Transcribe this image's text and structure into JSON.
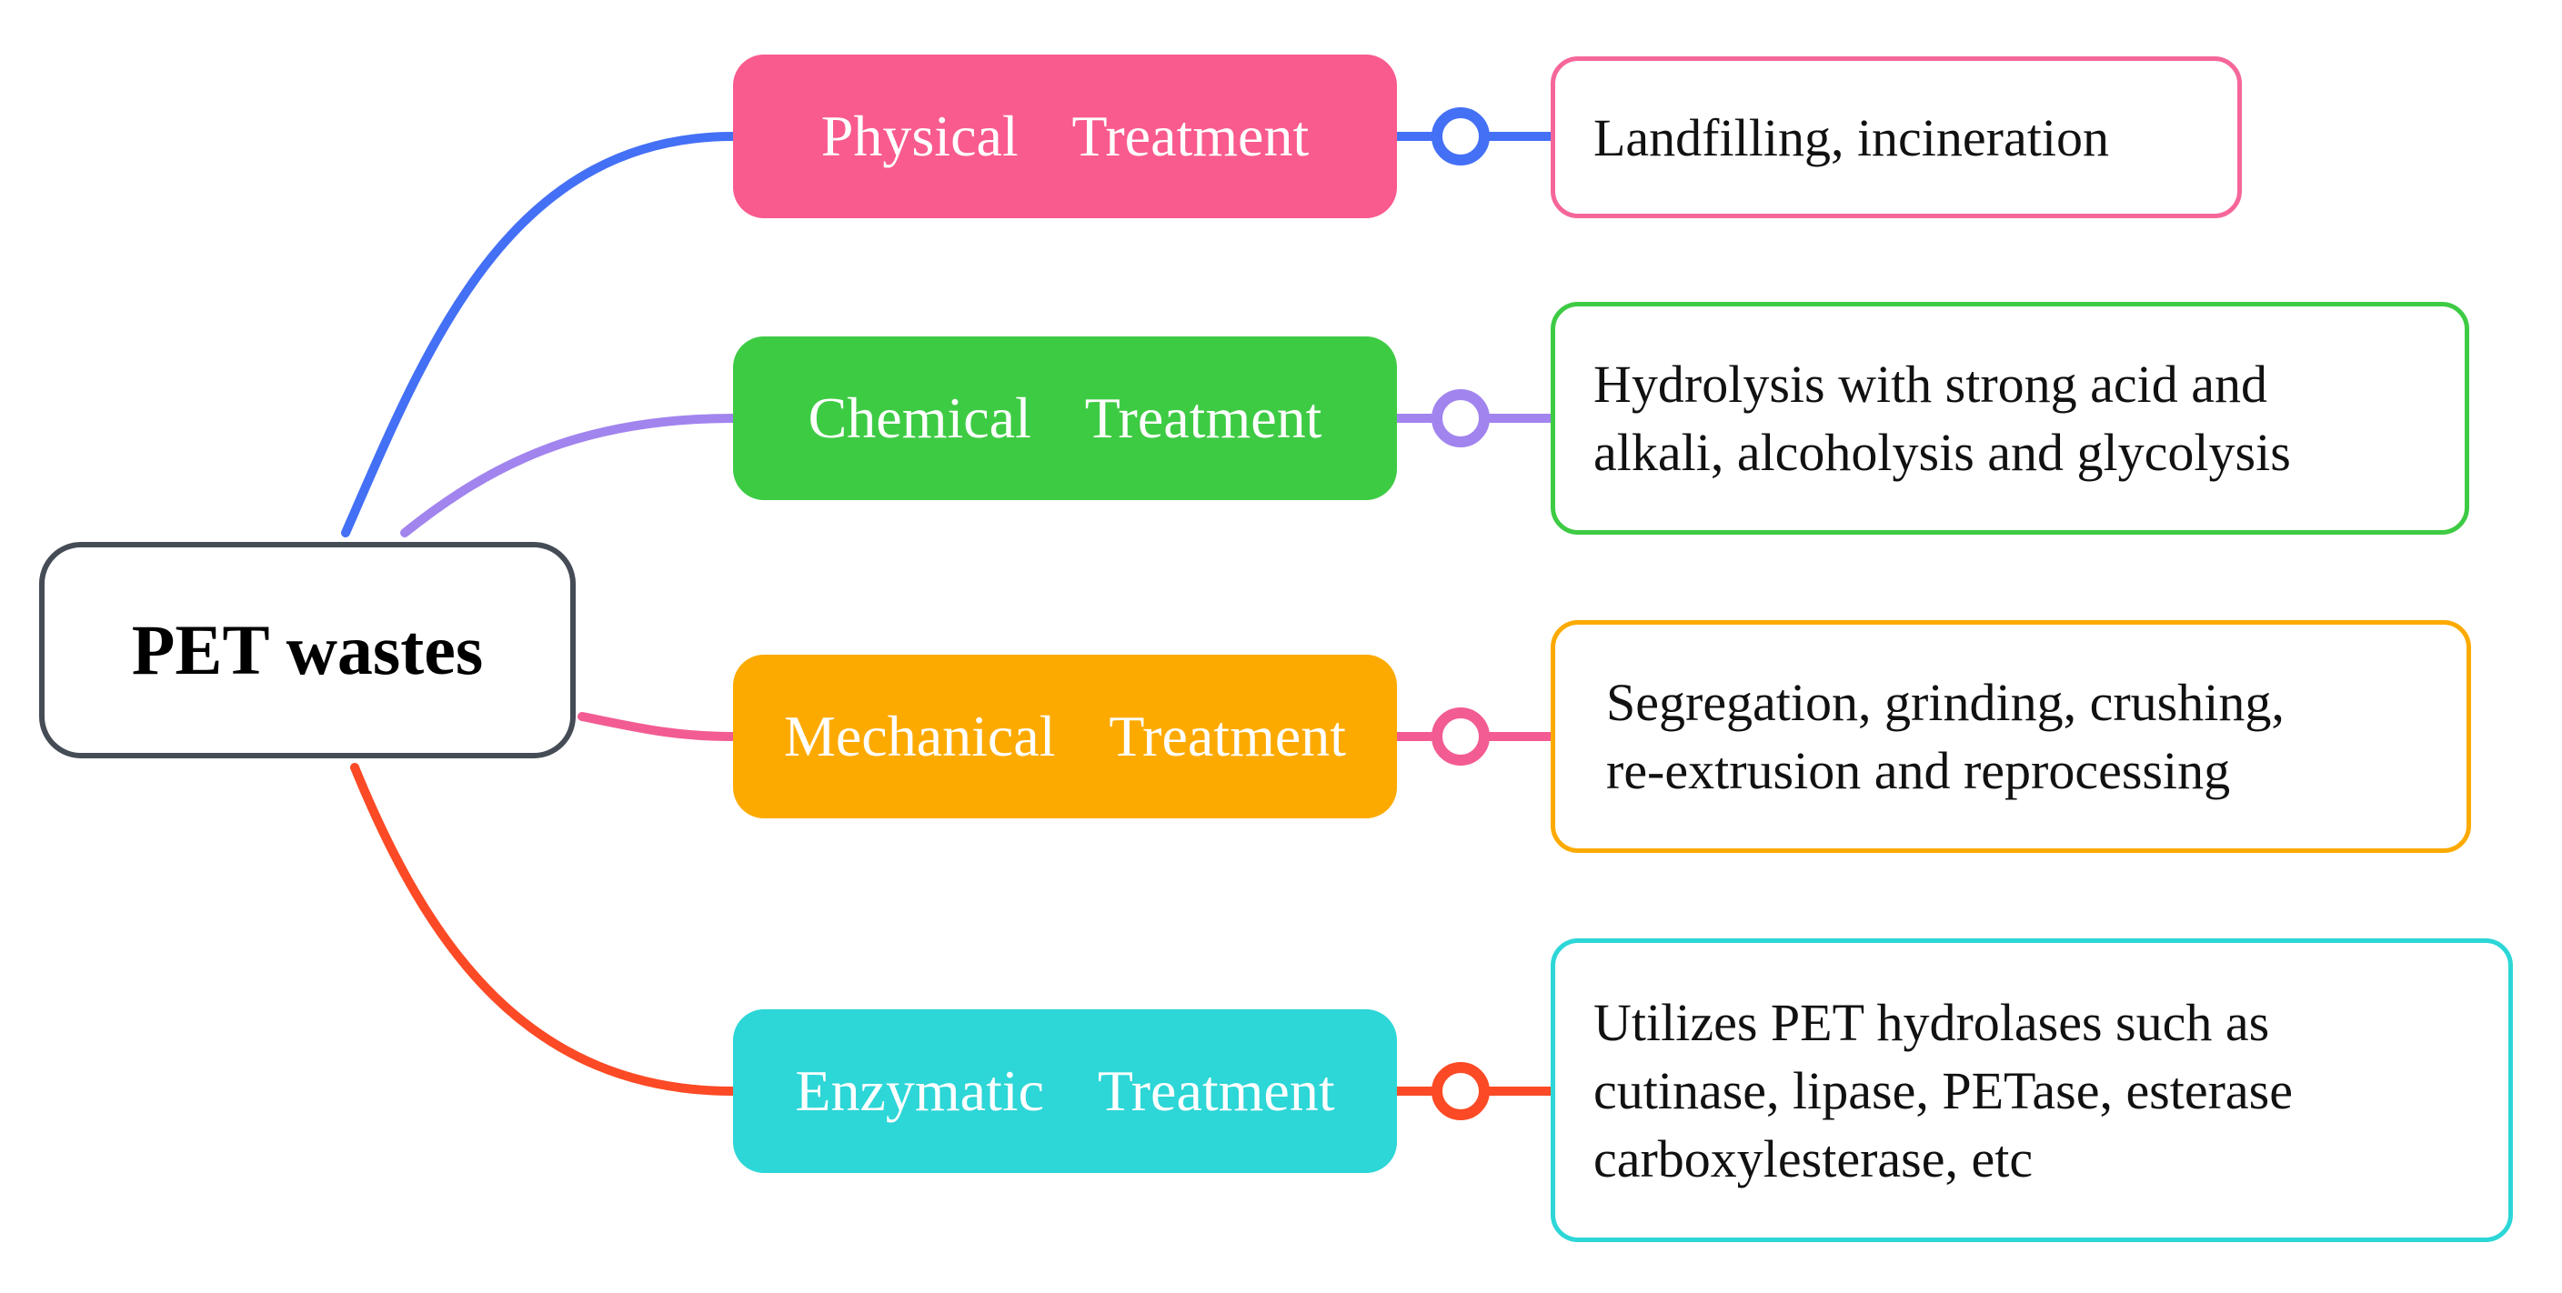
{
  "root": {
    "label": "PET wastes"
  },
  "branches": [
    {
      "label": "Physical  Treatment",
      "color": "#f95b8e",
      "line_color": "#4470f5",
      "dot_color": "#4470f5",
      "detail": {
        "border_color": "#f5679a",
        "lines": [
          "Landfilling, incineration"
        ]
      }
    },
    {
      "label": "Chemical  Treatment",
      "color": "#3ecb44",
      "line_color": "#a184ee",
      "dot_color": "#a184ee",
      "detail": {
        "border_color": "#3ecb44",
        "lines": [
          "Hydrolysis with strong acid and",
          "alkali, alcoholysis and glycolysis"
        ]
      }
    },
    {
      "label": "Mechanical  Treatment",
      "color": "#fdaa00",
      "line_color": "#f25c92",
      "dot_color": "#f25c92",
      "detail": {
        "border_color": "#fdaa00",
        "lines": [
          "Segregation, grinding, crushing,",
          "re-extrusion and reprocessing"
        ]
      }
    },
    {
      "label": "Enzymatic  Treatment",
      "color": "#2dd6d7",
      "line_color": "#fb4a25",
      "dot_color": "#fb4a25",
      "detail": {
        "border_color": "#2dd6d7",
        "lines": [
          "Utilizes PET hydrolases such as",
          "cutinase, lipase, PETase, esterase",
          "carboxylesterase, etc"
        ]
      }
    }
  ]
}
